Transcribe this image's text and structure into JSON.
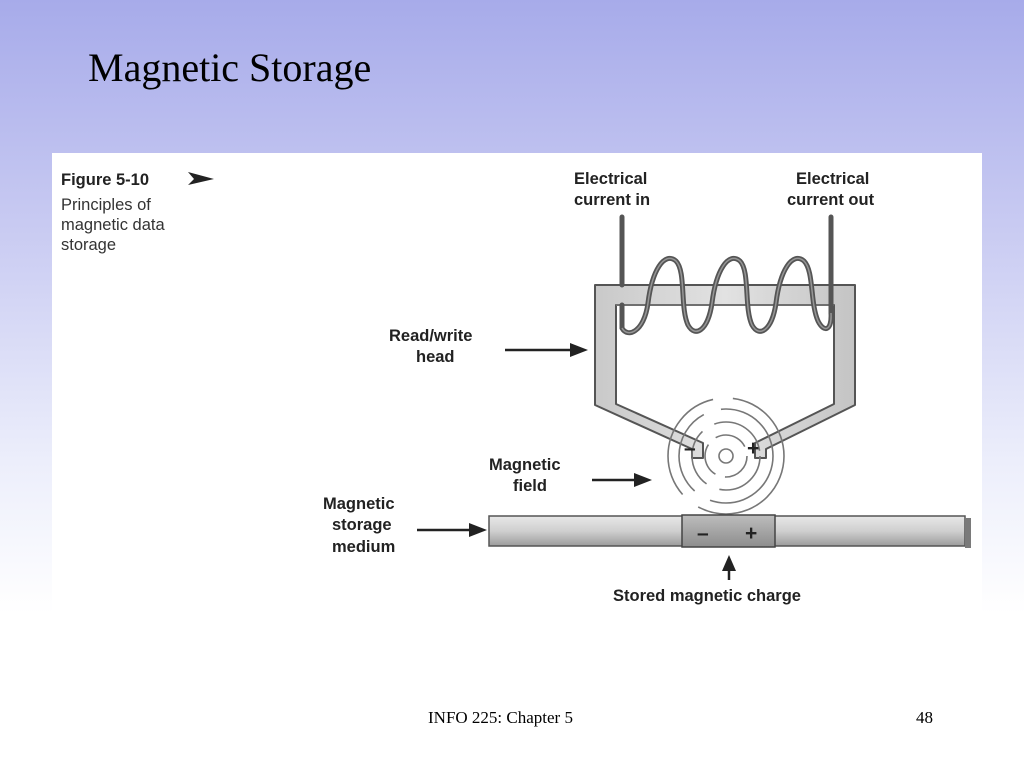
{
  "slide": {
    "title": "Magnetic Storage"
  },
  "figure": {
    "number": "Figure 5-10",
    "caption": [
      "Principles of",
      "magnetic data",
      "storage"
    ],
    "labels": {
      "current_in": [
        "Electrical",
        "current in"
      ],
      "current_out": [
        "Electrical",
        "current out"
      ],
      "read_write_head": [
        "Read/write",
        "head"
      ],
      "magnetic_field": [
        "Magnetic",
        "field"
      ],
      "storage_medium": [
        "Magnetic",
        "storage",
        "medium"
      ],
      "stored_charge": "Stored magnetic charge"
    },
    "head_signs": {
      "minus": "–",
      "plus": "+"
    },
    "medium_signs": {
      "minus": "–",
      "plus": "+"
    }
  },
  "footer": {
    "course": "INFO 225: Chapter 5",
    "page": "48"
  }
}
